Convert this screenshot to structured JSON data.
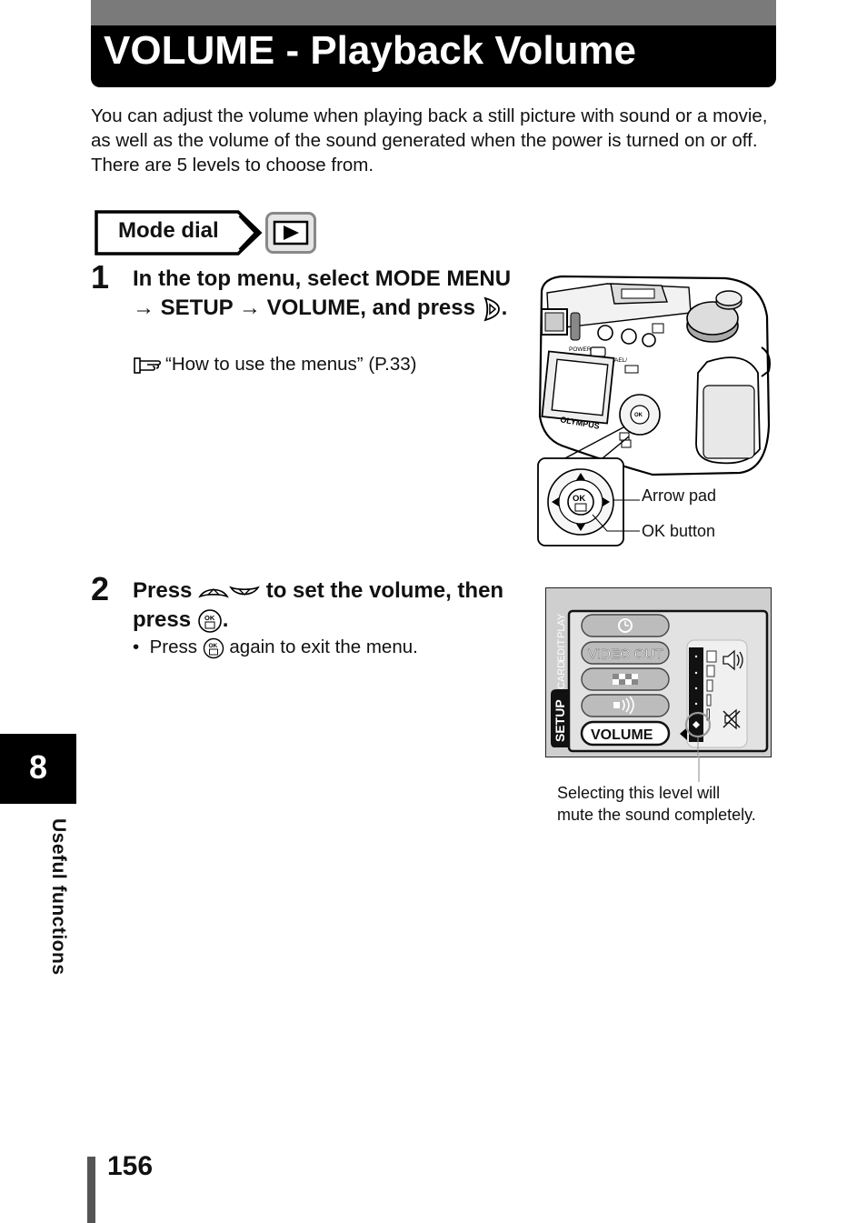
{
  "page": {
    "title": "VOLUME - Playback Volume",
    "intro": "You can adjust the volume when playing back a still picture with sound or a movie, as well as the volume of the sound generated when the power is turned on or off. There are 5 levels to choose from."
  },
  "mode_dial": {
    "label": "Mode dial",
    "icon": "playback-icon"
  },
  "step1": {
    "number": "1",
    "text_a": "In the top menu, select MODE MENU ",
    "arrow": "→",
    "text_b": " SETUP ",
    "text_c": " VOLUME, and press ",
    "text_end": ".",
    "ref_text": "“How to use the menus” (P.33)",
    "icons": [
      "right-arrow-button-icon",
      "reference-hand-icon"
    ]
  },
  "camera": {
    "brand": "OLYMPUS",
    "labels": {
      "power": "POWER",
      "ael": "AEL/",
      "ok": "OK"
    },
    "arrow_pad_label": "Arrow pad",
    "ok_button_label": "OK button"
  },
  "step2": {
    "number": "2",
    "text_a": "Press ",
    "text_b": " to set the volume, then press ",
    "text_end": ".",
    "bullet": "•",
    "bullet_a": "Press ",
    "bullet_b": " again to exit the menu.",
    "icons": [
      "up-arrow-button-icon",
      "down-arrow-button-icon",
      "ok-button-icon"
    ]
  },
  "lcd_menu": {
    "tabs": [
      "SETUP",
      "CARD",
      "EDIT",
      "PLAY"
    ],
    "items": [
      "clock-icon",
      "VIDEO OUT",
      "pixel-mapping-icon",
      "beep-icon",
      "VOLUME"
    ],
    "volume_levels": 5,
    "selected_level": 0,
    "colors": {
      "panel": "#d4d4d4",
      "frame": "#222222"
    }
  },
  "mute_note": {
    "line1": "Selecting this level will",
    "line2": "mute the sound completely."
  },
  "side_tab": {
    "chapter": "8",
    "title": "Useful functions"
  },
  "footer": {
    "page_number": "156"
  }
}
